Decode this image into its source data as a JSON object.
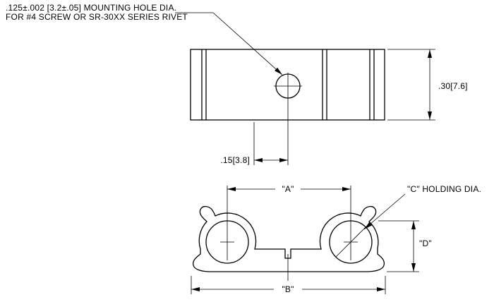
{
  "drawing": {
    "mounting_hole_callout": {
      "line1": ".125±.002 [3.2±.05] MOUNTING HOLE DIA.",
      "line2": "FOR #4 SCREW OR SR-30XX SERIES RIVET"
    },
    "top_view": {
      "height_dimension": ".30[7.6]",
      "hole_offset_dimension": ".15[3.8]"
    },
    "section_view": {
      "dimension_a": "\"A\"",
      "dimension_b": "\"B\"",
      "dimension_d": "\"D\"",
      "holding_diameter_callout": "\"C\" HOLDING DIA."
    }
  }
}
